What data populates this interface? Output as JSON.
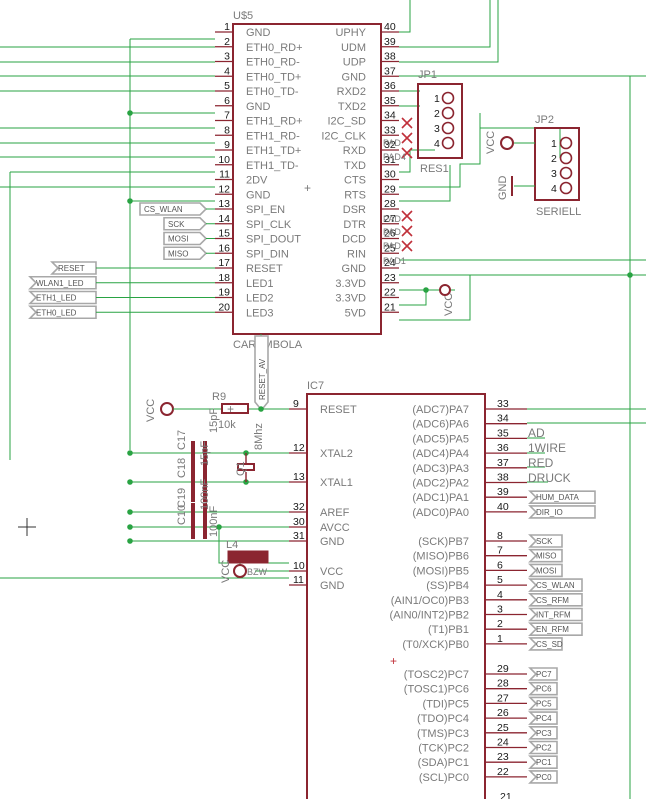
{
  "u5": {
    "ref": "U$5",
    "value": "CARAMBOLA",
    "left_pins": [
      {
        "num": "1",
        "name": "GND"
      },
      {
        "num": "2",
        "name": "ETH0_RD+"
      },
      {
        "num": "3",
        "name": "ETH0_RD-"
      },
      {
        "num": "4",
        "name": "ETH0_TD+"
      },
      {
        "num": "5",
        "name": "ETH0_TD-"
      },
      {
        "num": "6",
        "name": "GND"
      },
      {
        "num": "7",
        "name": "ETH1_RD+"
      },
      {
        "num": "8",
        "name": "ETH1_RD-"
      },
      {
        "num": "9",
        "name": "ETH1_TD+"
      },
      {
        "num": "10",
        "name": "ETH1_TD-"
      },
      {
        "num": "11",
        "name": "2DV"
      },
      {
        "num": "12",
        "name": "GND"
      },
      {
        "num": "13",
        "name": "SPI_EN"
      },
      {
        "num": "14",
        "name": "SPI_CLK"
      },
      {
        "num": "15",
        "name": "SPI_DOUT"
      },
      {
        "num": "16",
        "name": "SPI_DIN"
      },
      {
        "num": "17",
        "name": "RESET"
      },
      {
        "num": "18",
        "name": "LED1"
      },
      {
        "num": "19",
        "name": "LED2"
      },
      {
        "num": "20",
        "name": "LED3"
      }
    ],
    "right_pins": [
      {
        "num": "40",
        "name": "UPHY"
      },
      {
        "num": "39",
        "name": "UDM"
      },
      {
        "num": "38",
        "name": "UDP"
      },
      {
        "num": "37",
        "name": "GND"
      },
      {
        "num": "36",
        "name": "RXD2"
      },
      {
        "num": "35",
        "name": "TXD2"
      },
      {
        "num": "34",
        "name": "I2C_SD"
      },
      {
        "num": "33",
        "name": "I2C_CLK"
      },
      {
        "num": "32",
        "name": "RXD"
      },
      {
        "num": "31",
        "name": "TXD"
      },
      {
        "num": "30",
        "name": "CTS"
      },
      {
        "num": "29",
        "name": "RTS"
      },
      {
        "num": "28",
        "name": "DSR"
      },
      {
        "num": "27",
        "name": "DTR"
      },
      {
        "num": "26",
        "name": "DCD"
      },
      {
        "num": "25",
        "name": "RIN"
      },
      {
        "num": "24",
        "name": "GND"
      },
      {
        "num": "23",
        "name": "3.3VD"
      },
      {
        "num": "22",
        "name": "3.3VD"
      },
      {
        "num": "21",
        "name": "5VD"
      }
    ],
    "pin_flags": [
      "CS_WLAN",
      "SCK",
      "MOSI",
      "MISO"
    ],
    "led_flags": [
      "RESET",
      "WLAN1_LED",
      "ETH1_LED",
      "ETH0_LED"
    ],
    "reset_flag": "RESET_AV"
  },
  "jp1": {
    "ref": "JP1",
    "pins": [
      "1",
      "2",
      "3",
      "4"
    ]
  },
  "jp2": {
    "ref": "JP2",
    "value": "SERIELL",
    "pins": [
      "1",
      "2",
      "3",
      "4"
    ]
  },
  "res1": "RES1",
  "pad_labels": [
    "PAD",
    "PAD4",
    "PAD",
    "PAD",
    "PAD",
    "PAD1"
  ],
  "vcc": "VCC",
  "gnd": "GND",
  "r9": {
    "ref": "R9",
    "value": "10k"
  },
  "q1": {
    "ref": "Q1",
    "value": "8Mhz"
  },
  "c17": {
    "ref": "C17",
    "value": "15pF"
  },
  "c18": {
    "ref": "C18",
    "value": "15pF"
  },
  "c19": {
    "ref": "C19",
    "value": "100nF"
  },
  "c10": {
    "ref": "C10",
    "value": "100nF"
  },
  "l4": {
    "ref": "L4",
    "value": "BZW"
  },
  "ic7": {
    "ref": "IC7",
    "left_pins": [
      {
        "num": "9",
        "name": "RESET"
      },
      {
        "num": "12",
        "name": "XTAL2"
      },
      {
        "num": "13",
        "name": "XTAL1"
      },
      {
        "num": "32",
        "name": "AREF"
      },
      {
        "num": "30",
        "name": "AVCC"
      },
      {
        "num": "31",
        "name": "GND"
      },
      {
        "num": "10",
        "name": "VCC"
      },
      {
        "num": "11",
        "name": "GND"
      }
    ],
    "right_pins": [
      {
        "num": "33",
        "name": "(ADC7)PA7"
      },
      {
        "num": "34",
        "name": "(ADC6)PA6"
      },
      {
        "num": "35",
        "name": "(ADC5)PA5"
      },
      {
        "num": "36",
        "name": "(ADC4)PA4"
      },
      {
        "num": "37",
        "name": "(ADC3)PA3"
      },
      {
        "num": "38",
        "name": "(ADC2)PA2"
      },
      {
        "num": "39",
        "name": "(ADC1)PA1"
      },
      {
        "num": "40",
        "name": "(ADC0)PA0"
      },
      {
        "num": "8",
        "name": "(SCK)PB7"
      },
      {
        "num": "7",
        "name": "(MISO)PB6"
      },
      {
        "num": "6",
        "name": "(MOSI)PB5"
      },
      {
        "num": "5",
        "name": "(SS)PB4"
      },
      {
        "num": "4",
        "name": "(AIN1/OC0)PB3"
      },
      {
        "num": "3",
        "name": "(AIN0/INT2)PB2"
      },
      {
        "num": "2",
        "name": "(T1)PB1"
      },
      {
        "num": "1",
        "name": "(T0/XCK)PB0"
      },
      {
        "num": "29",
        "name": "(TOSC2)PC7"
      },
      {
        "num": "28",
        "name": "(TOSC1)PC6"
      },
      {
        "num": "27",
        "name": "(TDI)PC5"
      },
      {
        "num": "26",
        "name": "(TDO)PC4"
      },
      {
        "num": "25",
        "name": "(TMS)PC3"
      },
      {
        "num": "24",
        "name": "(TCK)PC2"
      },
      {
        "num": "23",
        "name": "(SDA)PC1"
      },
      {
        "num": "22",
        "name": "(SCL)PC0"
      }
    ],
    "pa_nets": [
      "AD",
      "1WIRE",
      "RED",
      "DRUCK"
    ],
    "pa_flags": [
      "HUM_DATA",
      "DIR_IO"
    ],
    "pb_flags": [
      "SCK",
      "MISO",
      "MOSI",
      "CS_WLAN",
      "CS_RFM",
      "INT_RFM",
      "EN_RFM",
      "CS_SD"
    ],
    "pc_flags": [
      "PC7",
      "PC6",
      "PC5",
      "PC4",
      "PC3",
      "PC2",
      "PC1",
      "PC0"
    ],
    "bottom_pin": "21"
  }
}
